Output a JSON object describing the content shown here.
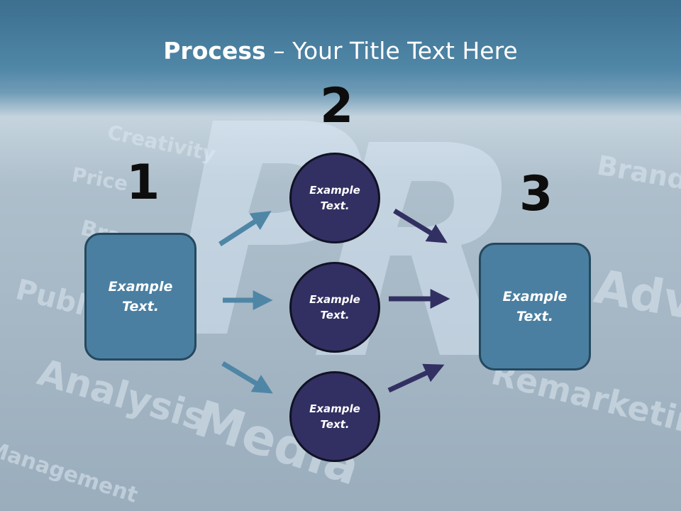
{
  "title": {
    "bold": "Process",
    "rest": " – Your Title Text Here"
  },
  "numbers": [
    "1",
    "2",
    "3"
  ],
  "left_box": {
    "text": "Example\nText."
  },
  "circles": [
    {
      "text": "Example\nText."
    },
    {
      "text": "Example\nText."
    },
    {
      "text": "Example\nText."
    }
  ],
  "right_box": {
    "text": "Example\nText."
  },
  "background_words": [
    "Creativity",
    "Price",
    "Brand",
    "Public",
    "Analysis",
    "Media",
    "Remarketing",
    "Brand",
    "Adver",
    "Management"
  ],
  "colors": {
    "box_fill": "#4a7fa1",
    "circle_fill": "#323062",
    "arrow_left": "#4f86a6",
    "arrow_right": "#323062",
    "title_bar": "#3d6f8f"
  }
}
